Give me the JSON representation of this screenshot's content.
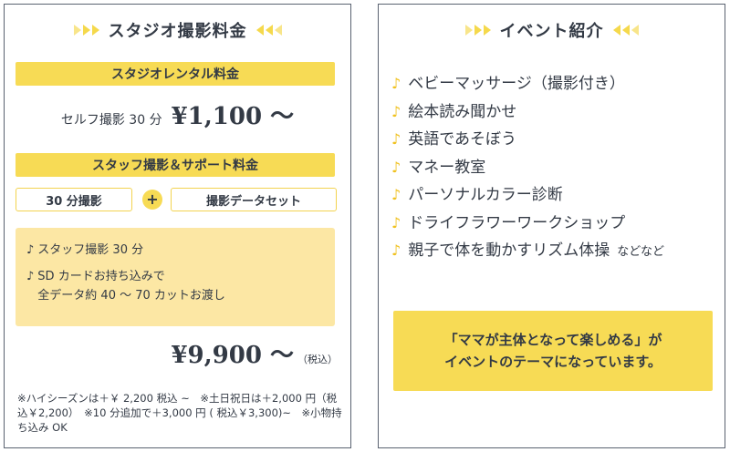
{
  "left": {
    "title": "スタジオ撮影料金",
    "rental_band": "スタジオレンタル料金",
    "self_label": "セルフ撮影 30 分",
    "self_price": "¥1,100 〜",
    "staff_band": "スタッフ撮影＆サポート料金",
    "chip_a": "30 分撮影",
    "plus": "+",
    "chip_b": "撮影データセット",
    "note_mark": "♪",
    "box_item_1": "スタッフ撮影 30 分",
    "box_item_2_line1": "SD カードお持ち込みで",
    "box_item_2_line2": "全データ約 40 〜 70 カットお渡し",
    "big_price": "¥9,900 〜",
    "tax_note": "（税込）",
    "fine_print": "※ハイシーズンは＋￥ 2,200 税込 ~　※土日祝日は＋2,000 円（税込￥2,200）　※10 分追加で＋3,000 円 ( 税込￥3,300)~　※小物持ち込み OK"
  },
  "right": {
    "title": "イベント紹介",
    "note_mark": "♪",
    "events": [
      "ベビーマッサージ（撮影付き）",
      "絵本読み聞かせ",
      "英語であそぼう",
      "マネー教室",
      "パーソナルカラー診断",
      "ドライフラワーワークショップ",
      "親子で体を動かすリズム体操"
    ],
    "events_suffix": "などなど",
    "theme_line1": "「ママが主体となって楽しめる」が",
    "theme_line2": "イベントのテーマになっています。"
  },
  "colors": {
    "accent_yellow": "#f7db55",
    "light_yellow": "#fce7a4",
    "text": "#333a45",
    "border": "#5a6270"
  },
  "icons": [
    "music-note-icon",
    "triangle-arrow-icon"
  ]
}
